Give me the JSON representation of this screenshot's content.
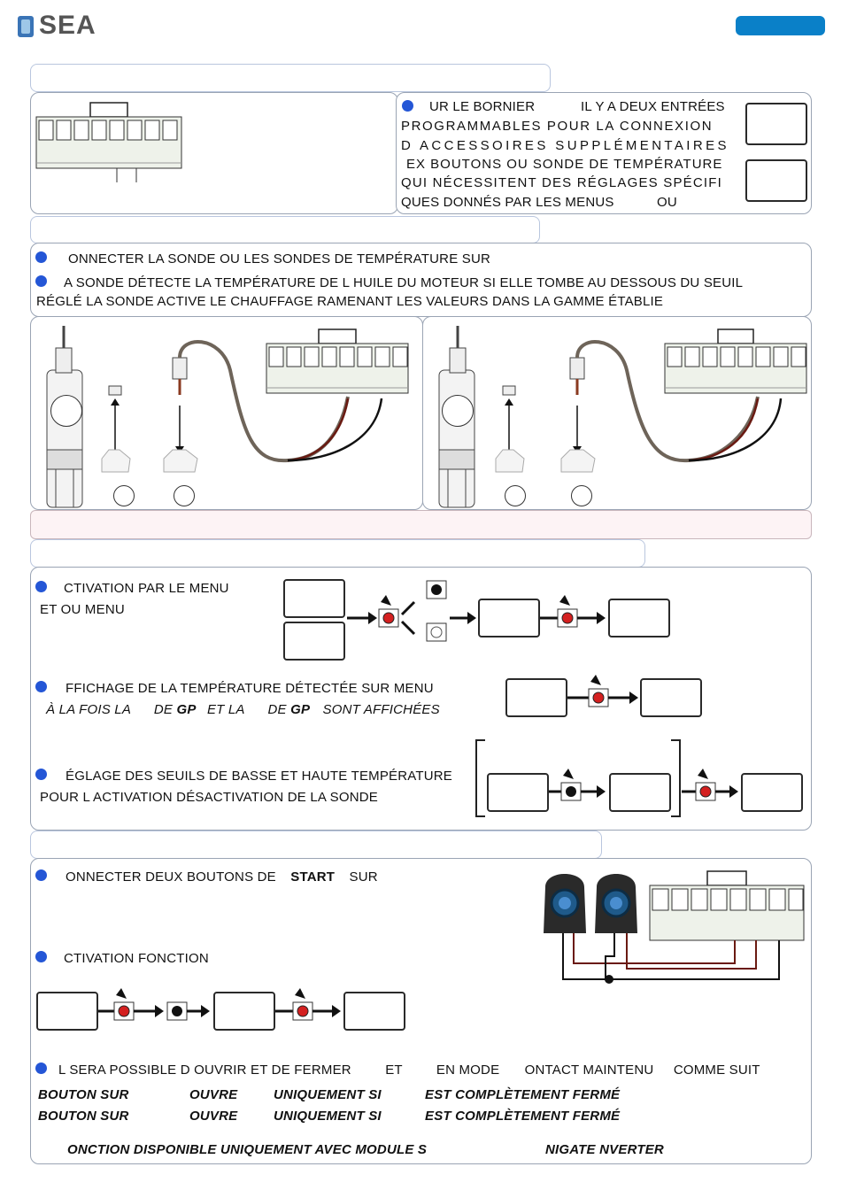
{
  "header": {
    "logo_text": "SEA",
    "badge_color": "#0a80c8"
  },
  "s1": {
    "p1": "UR LE BORNIER",
    "p1b": "IL Y A DEUX ENTRÉES",
    "l2": "PROGRAMMABLES POUR LA CONNEXION",
    "l3": "D ACCESSOIRES SUPPLÉMENTAIRES",
    "l4": "EX BOUTONS OU SONDE DE TEMPÉRATURE",
    "l5": "QUI NÉCESSITENT DES RÉGLAGES SPÉCIFI",
    "l6a": "QUES DONNÉS PAR LES MENUS",
    "l6b": "OU"
  },
  "s2": {
    "b1": "ONNECTER LA SONDE OU LES SONDES DE TEMPÉRATURE SUR",
    "b2": "A SONDE DÉTECTE LA TEMPÉRATURE DE L HUILE DU MOTEUR  SI ELLE TOMBE AU  DESSOUS DU SEUIL",
    "b2b": "RÉGLÉ  LA SONDE ACTIVE LE CHAUFFAGE  RAMENANT LES VALEURS DANS LA GAMME ÉTABLIE"
  },
  "s3": {
    "b1": "CTIVATION PAR LE MENU",
    "b1b": "ET OU MENU",
    "b2": "FFICHAGE DE LA TEMPÉRATURE DÉTECTÉE SUR MENU",
    "b2i1": "À LA FOIS LA",
    "b2i2": "DE",
    "b2gp1": "GP",
    "b2i3": "ET LA",
    "b2i4": "DE",
    "b2gp2": "GP",
    "b2i5": "SONT AFFICHÉES",
    "b3": "ÉGLAGE DES SEUILS DE BASSE ET HAUTE TEMPÉRATURE",
    "b3b": "POUR L ACTIVATION DÉSACTIVATION DE LA SONDE"
  },
  "s4": {
    "b1a": "ONNECTER DEUX BOUTONS DE",
    "b1s": "START",
    "b1b": "SUR",
    "b2": "CTIVATION FONCTION",
    "b3a": "L SERA POSSIBLE D OUVRIR ET DE FERMER",
    "b3b": "ET",
    "b3c": "EN MODE",
    "b3d": "ONTACT MAINTENU",
    "b3e": "COMME SUIT",
    "r1a": "BOUTON SUR",
    "r1b": "OUVRE",
    "r1c": "UNIQUEMENT SI",
    "r1d": "EST COMPLÈTEMENT FERMÉ",
    "r2a": "BOUTON SUR",
    "r2b": "OUVRE",
    "r2c": "UNIQUEMENT SI",
    "r2d": "EST COMPLÈTEMENT FERMÉ",
    "foot_a": "ONCTION DISPONIBLE UNIQUEMENT AVEC MODULE S",
    "foot_b": "NIGATE  NVERTER"
  },
  "colors": {
    "bullet": "#2456d6",
    "button_red": "#d42020",
    "cable_red": "#6a1a12"
  }
}
